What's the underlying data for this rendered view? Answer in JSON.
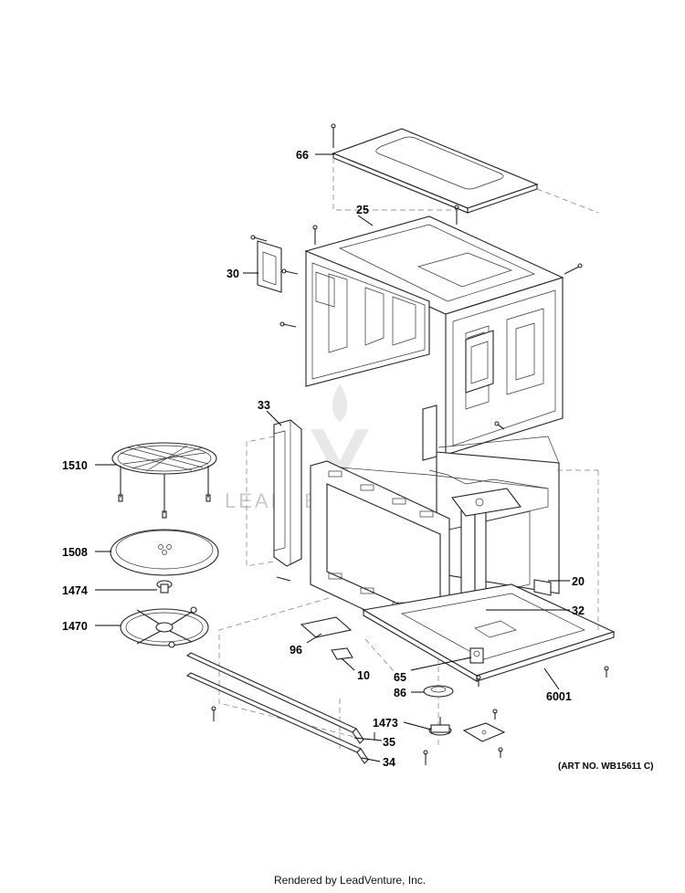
{
  "labels": {
    "l66": "66",
    "l25": "25",
    "l30": "30",
    "l33": "33",
    "l1510": "1510",
    "l1508": "1508",
    "l1474": "1474",
    "l1470": "1470",
    "l96": "96",
    "l10": "10",
    "l65": "65",
    "l86": "86",
    "l1473": "1473",
    "l35": "35",
    "l34": "34",
    "l20": "20",
    "l32": "32",
    "l6001": "6001"
  },
  "art_number": "(ART NO. WB15611 C)",
  "watermark": "LEADVENTURE",
  "footer": "Rendered by LeadVenture, Inc."
}
